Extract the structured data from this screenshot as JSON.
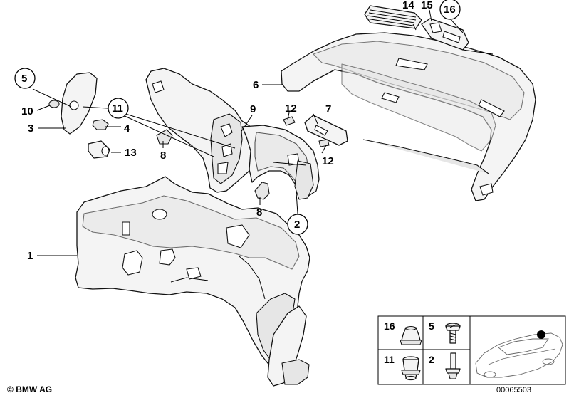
{
  "labels": {
    "l1": "1",
    "l2": "2",
    "l3": "3",
    "l4": "4",
    "l5": "5",
    "l6": "6",
    "l7": "7",
    "l8a": "8",
    "l8b": "8",
    "l9": "9",
    "l10": "10",
    "l11": "11",
    "l12a": "12",
    "l12b": "12",
    "l13": "13",
    "l14": "14",
    "l15": "15",
    "l16": "16"
  },
  "legend": {
    "c16": "16",
    "c5": "5",
    "c11": "11",
    "c2": "2"
  },
  "footer": {
    "copyright": "BMW AG",
    "doc_number": "00065503"
  }
}
